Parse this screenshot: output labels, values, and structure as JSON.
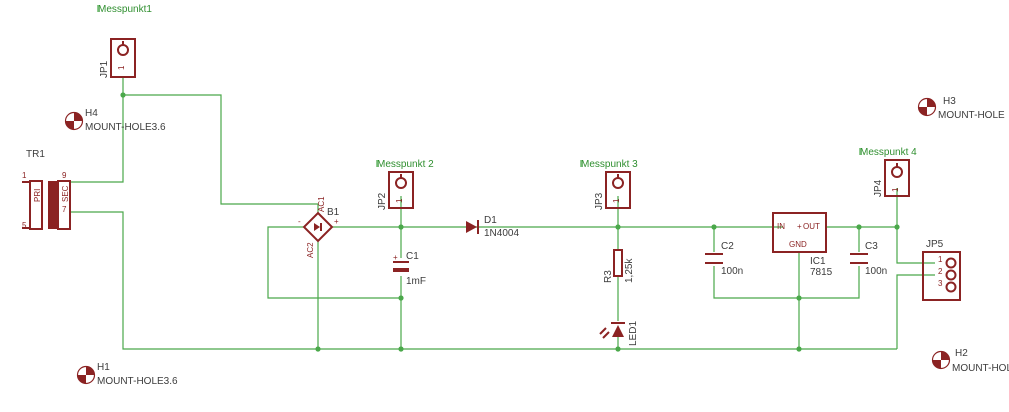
{
  "parts": {
    "tr1": {
      "name": "TR1",
      "pri": "PRI",
      "sec": "SEC",
      "p1": "1",
      "p5": "5",
      "p9": "9",
      "p7": "7"
    },
    "jp1": {
      "name": "JP1",
      "label": "Messpunkt1",
      "pin": "1"
    },
    "jp2": {
      "name": "JP2",
      "label": "Messpunkt 2",
      "pin": "1"
    },
    "jp3": {
      "name": "JP3",
      "label": "Messpunkt 3",
      "pin": "1"
    },
    "jp4": {
      "name": "JP4",
      "label": "Messpunkt 4",
      "pin": "1"
    },
    "b1": {
      "name": "B1",
      "ac1": "AC1",
      "ac2": "AC2",
      "plus": "+",
      "minus": "-"
    },
    "c1": {
      "name": "C1",
      "value": "1mF"
    },
    "d1": {
      "name": "D1",
      "value": "1N4004"
    },
    "r3": {
      "name": "R3",
      "value": "1,25k"
    },
    "led1": {
      "name": "LED1"
    },
    "c2": {
      "name": "C2",
      "value": "100n"
    },
    "ic1": {
      "name": "IC1",
      "value": "7815",
      "in": "IN",
      "out": "OUT",
      "gnd": "GND"
    },
    "c3": {
      "name": "C3",
      "value": "100n"
    },
    "jp5": {
      "name": "JP5",
      "p1": "1",
      "p2": "2",
      "p3": "3"
    },
    "h1": {
      "name": "H1",
      "value": "MOUNT-HOLE3.6"
    },
    "h2": {
      "name": "H2",
      "value": "MOUNT-HOL"
    },
    "h3": {
      "name": "H3",
      "value": "MOUNT-HOLE"
    },
    "h4": {
      "name": "H4",
      "value": "MOUNT-HOLE3.6"
    }
  }
}
